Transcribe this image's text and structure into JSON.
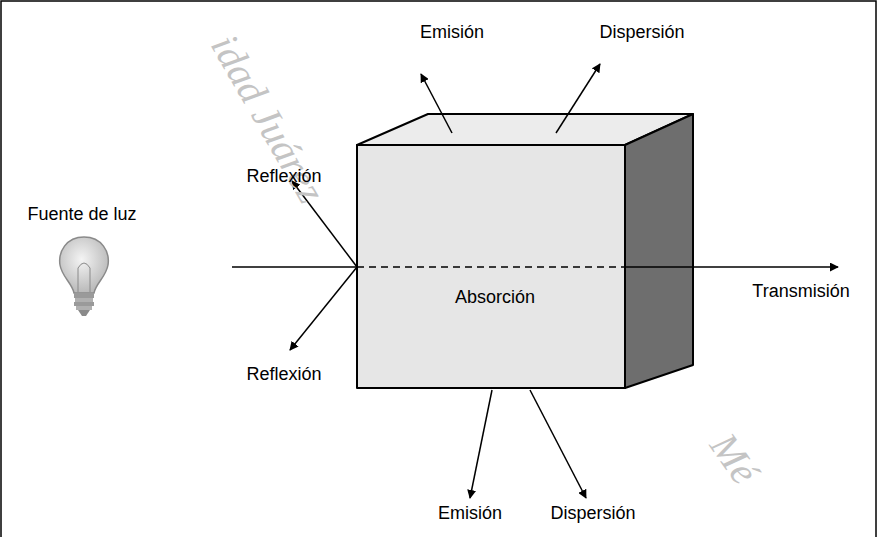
{
  "diagram": {
    "nodes": [
      {
        "text": [
          "Absorción"
        ]
      }
    ],
    "edges": [],
    "labels": [
      "Emisión",
      "Dispersión",
      "Reflexión",
      "Fuente de luz",
      "Transmisión",
      "Reflexión",
      "Emisión",
      "Dispersión",
      "idad Juárez",
      "Mé"
    ]
  }
}
